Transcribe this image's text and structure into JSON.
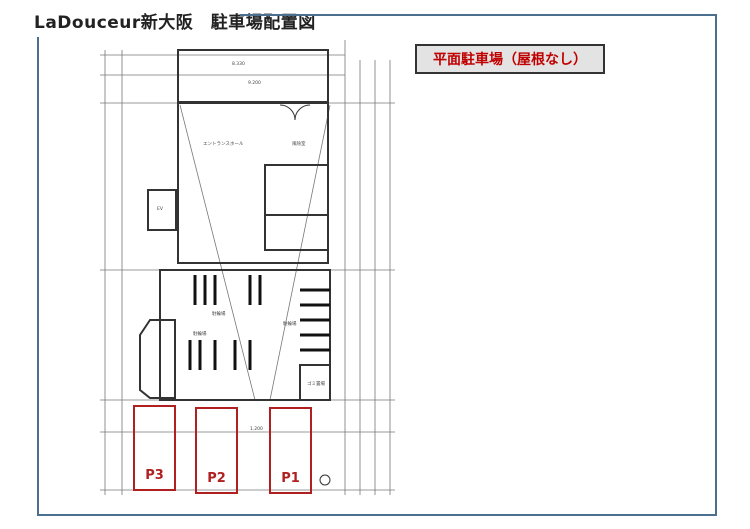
{
  "title": "LaDouceur新大阪　駐車場配置図",
  "label": "平面駐車場（屋根なし）",
  "plan": {
    "dims": [
      "8.330",
      "9.200",
      "1.200"
    ],
    "rooms": [
      "エントランスホール",
      "風除室",
      "駐輪場",
      "駐輪場",
      "駐輪場",
      "ゴミ置場",
      "EV"
    ]
  },
  "parking": [
    {
      "id": "P3"
    },
    {
      "id": "P2"
    },
    {
      "id": "P1"
    }
  ],
  "colors": {
    "frame": "#4a6f8f",
    "parking": "#b02020",
    "label_text": "#c00000"
  }
}
